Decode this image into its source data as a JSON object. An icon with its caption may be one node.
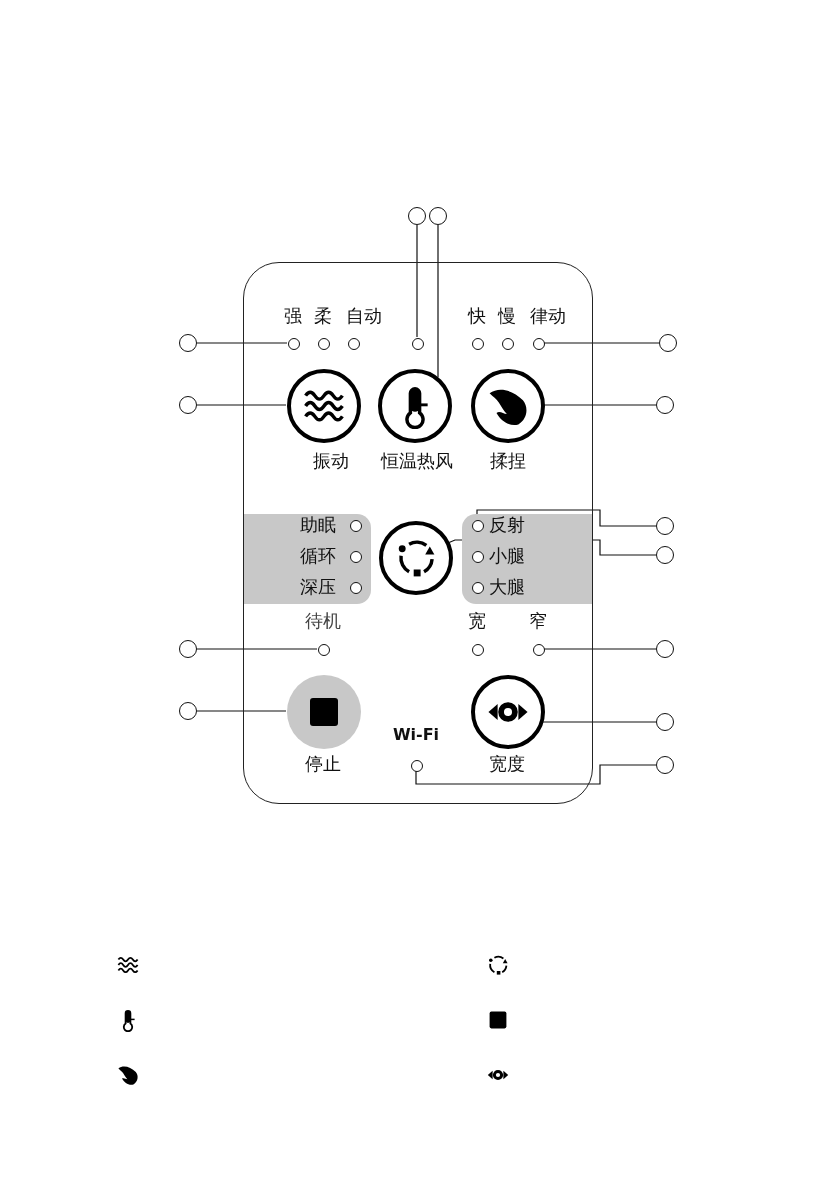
{
  "diagram": {
    "nodes": [
      {
        "text": [],
        "shape": "box"
      },
      {
        "text": [],
        "shape": "circle"
      },
      {
        "text": [],
        "shape": "circle"
      },
      {
        "text": [],
        "shape": "circle"
      },
      {
        "text": [],
        "shape": "circle",
        "in": 0
      },
      {
        "text": [],
        "shape": "circle",
        "in": 0
      },
      {
        "text": [],
        "shape": "circle",
        "in": 0
      },
      {
        "text": [],
        "shape": "circle"
      },
      {
        "text": [],
        "shape": "circle"
      },
      {
        "text": [],
        "shape": "circle",
        "in": 0
      },
      {
        "text": [],
        "shape": "circle",
        "in": 0
      },
      {
        "text": [],
        "shape": "circle",
        "in": 0
      },
      {
        "text": [],
        "shape": "circle"
      },
      {
        "text": [],
        "shape": "circle",
        "in": 0
      },
      {
        "text": [],
        "shape": "circle"
      },
      {
        "text": [],
        "shape": "circle",
        "in": 0
      },
      {
        "text": [],
        "shape": "circle"
      },
      {
        "text": [],
        "shape": "circle"
      },
      {
        "text": [],
        "shape": "circle",
        "in": 0
      },
      {
        "text": [],
        "shape": "circle",
        "in": 0
      },
      {
        "text": [],
        "shape": "circle"
      },
      {
        "text": [],
        "shape": "circle"
      },
      {
        "text": [],
        "shape": "circle",
        "in": 0
      },
      {
        "text": [],
        "shape": "circle",
        "in": 0
      },
      {
        "text": [],
        "shape": "circle"
      },
      {
        "text": [],
        "shape": "circle",
        "in": 0
      },
      {
        "text": [],
        "shape": "circle"
      },
      {
        "text": [],
        "shape": "circle",
        "in": 0
      },
      {
        "text": [],
        "shape": "circle",
        "in": 0
      },
      {
        "text": [],
        "shape": "circle",
        "in": 0
      },
      {
        "text": [],
        "shape": "circle",
        "in": 0
      },
      {
        "text": [],
        "shape": "circle",
        "in": 0
      },
      {
        "text": [],
        "shape": "circle",
        "in": 0
      },
      {
        "text": [],
        "shape": "circle",
        "in": 0
      },
      {
        "text": [],
        "shape": "circle",
        "in": 0
      },
      {
        "text": [],
        "shape": "circle",
        "in": 0
      },
      {
        "text": [],
        "shape": "circle",
        "in": 0
      }
    ],
    "edges": [
      {
        "from": 1,
        "to": 5,
        "arrow": "none"
      },
      {
        "from": 2,
        "to": 10,
        "arrow": "none"
      },
      {
        "from": 3,
        "to": 4,
        "arrow": "none"
      },
      {
        "from": 7,
        "to": 6,
        "arrow": "none"
      },
      {
        "from": 8,
        "to": 9,
        "arrow": "none"
      },
      {
        "from": 12,
        "to": 11,
        "arrow": "none"
      },
      {
        "from": 14,
        "to": 13,
        "arrow": "none"
      },
      {
        "from": 16,
        "to": 15,
        "arrow": "none"
      },
      {
        "from": 17,
        "to": 18,
        "arrow": "none"
      },
      {
        "from": 21,
        "to": 22,
        "arrow": "none"
      },
      {
        "from": 20,
        "to": 19,
        "arrow": "none"
      },
      {
        "from": 24,
        "to": 23,
        "arrow": "none"
      },
      {
        "from": 26,
        "to": 25,
        "arrow": "none"
      }
    ],
    "labels": [
      "强",
      "柔",
      "自动",
      "快",
      "慢",
      "律动",
      "振动",
      "恒温热风",
      "揉捏",
      "助眠",
      "循环",
      "深压",
      "反射",
      "小腿",
      "大腿",
      "待机",
      "宽",
      "窄",
      "Wi-Fi",
      "停止",
      "宽度"
    ]
  }
}
